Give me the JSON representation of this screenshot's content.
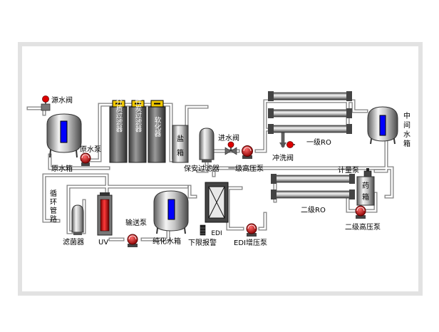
{
  "diagram": {
    "labels": {
      "source_valve": "源水阀",
      "raw_tank": "原水箱",
      "raw_pump": "原水泵",
      "multi_media_filter": "多介质过滤器",
      "carbon_filter": "活性炭过滤器",
      "softener": "软化器",
      "salt_box_1": "盐",
      "salt_box_2": "箱",
      "security_filter": "保安过滤器",
      "inlet_valve": "进水阀",
      "stage1_hp_pump": "一级高压泵",
      "stage1_ro": "一级RO",
      "flush_valve": "冲洗阀",
      "mid_tank_1": "中",
      "mid_tank_2": "间",
      "mid_tank_3": "水",
      "mid_tank_4": "箱",
      "dosing_pump": "计量泵",
      "chem_tank_1": "药",
      "chem_tank_2": "箱",
      "stage2_ro": "二级RO",
      "stage2_hp_pump": "二级高压泵",
      "circ_pipe_1": "循",
      "circ_pipe_2": "环",
      "circ_pipe_3": "管",
      "circ_pipe_4": "路",
      "sterilizer": "滤菌器",
      "uv": "UV",
      "transfer_pump": "输送泵",
      "pure_tank": "纯化水箱",
      "edi": "EDI",
      "low_level_alarm": "下限报警",
      "edi_booster_pump": "EDI增压泵"
    },
    "colors": {
      "pipe": "#808080",
      "tank_window": "#0000ff",
      "uv_lamp": "#cc0000",
      "valve_handle": "#dd0000",
      "filter_indicator": "#f0c800",
      "frame_border": "#e2e2e2"
    }
  }
}
